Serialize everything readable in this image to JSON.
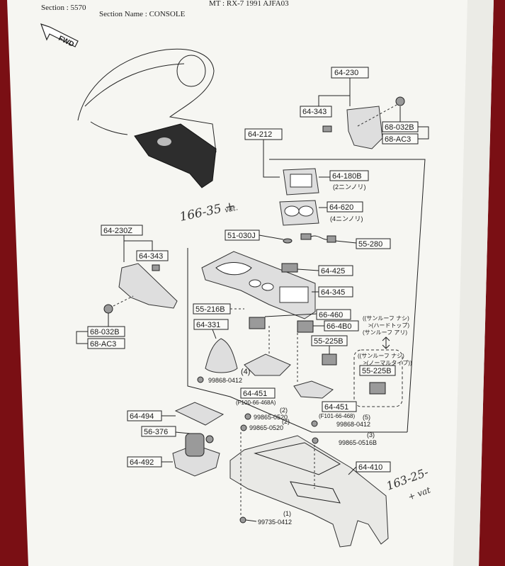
{
  "header": {
    "section": "Section : 5570",
    "section_name": "Section Name : CONSOLE",
    "model_partial": "MT : RX-7 1991 AJFA03"
  },
  "fwd_label": "FWD",
  "callouts": {
    "c64230": "64-230",
    "c64343a": "64-343",
    "c68032Ba": "68-032B",
    "c68AC3a": "68-AC3",
    "c64212": "64-212",
    "c64180B": "64-180B",
    "c64180B_note": "(2ニンノリ)",
    "c64620": "64-620",
    "c64620_note": "(4ニンノリ)",
    "c51030J": "51-030J",
    "c55280": "55-280",
    "c64230Z": "64-230Z",
    "c64343b": "64-343",
    "c64425": "64-425",
    "c64345": "64-345",
    "c55216B": "55-216B",
    "c66460": "66-460",
    "c664B0": "66-4B0",
    "c64331": "64-331",
    "c55225Ba": "55-225B",
    "c68032Bb": "68-032B",
    "c68AC3b": "68-AC3",
    "jp_note_a1": "((サンルーフ ナシ)",
    "jp_note_a2": ">(ハードトップ)",
    "jp_note_a3": "(サンルーフ アリ)",
    "jp_note_b1": "((サンルーフ ナシ)",
    "jp_note_b2": ">(ノーマルタイプ))",
    "c55225Bb": "55-225B",
    "c4": "(4)",
    "c99868a": "99868-0412",
    "c64451a": "64-451",
    "c64451a_note": "(F100-66-468A)",
    "c64451b": "64-451",
    "c64451b_note": "(F101-66-468)",
    "c64494": "64-494",
    "c2a": "(2)",
    "c99865a": "99865-0520",
    "c2b": "(2)",
    "c99865b": "99865-0520",
    "c5": "(5)",
    "c99868b": "99868-0412",
    "c56376": "56-376",
    "c3": "(3)",
    "c99865c": "99865-0516B",
    "c64492": "64-492",
    "c64410": "64-410",
    "c1": "(1)",
    "c99735": "99735-0412"
  },
  "handwritten": {
    "note_top": "166-35 + ",
    "note_top_small": "vat.",
    "note_right": "163-25-",
    "note_right_small": "+ vat"
  },
  "colors": {
    "background": "#7a0f14",
    "paper": "#f6f6f2",
    "ink": "#1a1a1a"
  }
}
